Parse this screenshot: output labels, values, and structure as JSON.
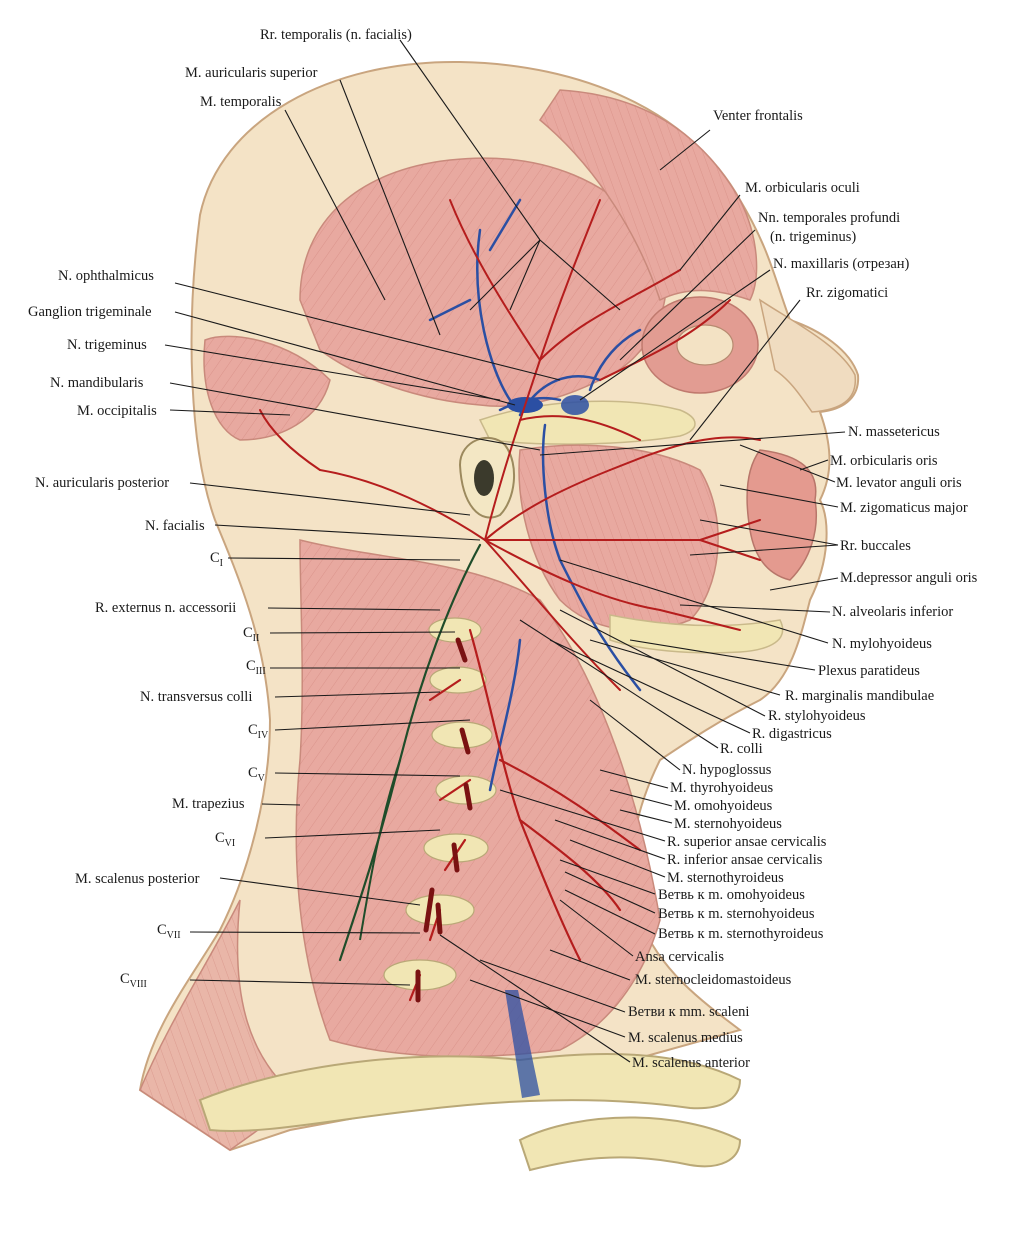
{
  "colors": {
    "skin": "#f4e3c6",
    "muscle": "#e8a9a0",
    "muscle_dark": "#d68579",
    "bone": "#f1e6b4",
    "bone_edge": "#c9b98a",
    "nerve_red": "#b51d1d",
    "vein_blue": "#2b4fa3",
    "nerve_green": "#1f4d2a",
    "text": "#1a1a1a"
  },
  "labels": {
    "rr_temporalis": "Rr. temporalis (n. facialis)",
    "m_auricularis_superior": "M. auricularis superior",
    "m_temporalis": "M. temporalis",
    "venter_frontalis": "Venter frontalis",
    "m_orbicularis_oculi": "M. orbicularis oculi",
    "nn_temporales_profundi_1": "Nn. temporales profundi",
    "nn_temporales_profundi_2": "(n. trigeminus)",
    "n_maxillaris": "N. maxillaris (отрезан)",
    "rr_zigomatici": "Rr. zigomatici",
    "n_ophthalmicus": "N. ophthalmicus",
    "ganglion_trigeminale": "Ganglion trigeminale",
    "n_trigeminus": "N. trigeminus",
    "n_mandibularis": "N. mandibularis",
    "m_occipitalis": "M. occipitalis",
    "n_massetericus": "N. massetericus",
    "m_orbicularis_oris": "M. orbicularis oris",
    "m_levator_anguli_oris": "M. levator anguli oris",
    "n_auricularis_posterior": "N. auricularis posterior",
    "m_zigomaticus_major": "M. zigomaticus major",
    "n_facialis": "N. facialis",
    "rr_buccales": "Rr. buccales",
    "c1_main": "C",
    "c1_sub": "I",
    "m_depressor_anguli_oris": "M.depressor anguli oris",
    "r_externus_n_accessorii": "R. externus n. accessorii",
    "n_alveolaris_inferior": "N. alveolaris inferior",
    "c2_main": "C",
    "c2_sub": "II",
    "n_mylohyoideus": "N. mylohyoideus",
    "c3_main": "C",
    "c3_sub": "III",
    "plexus_paratideus": "Plexus paratideus",
    "n_transversus_colli": "N. transversus colli",
    "r_marginalis_mandibulae": "R. marginalis mandibulae",
    "r_stylohyoideus": "R. stylohyoideus",
    "c4_main": "C",
    "c4_sub": "IV",
    "r_digastricus": "R. digastricus",
    "r_colli": "R. colli",
    "c5_main": "C",
    "c5_sub": "V",
    "n_hypoglossus": "N. hypoglossus",
    "m_thyrohyoideus": "M. thyrohyoideus",
    "m_trapezius": "M. trapezius",
    "m_omohyoideus": "M. omohyoideus",
    "m_sternohyoideus": "M. sternohyoideus",
    "c6_main": "C",
    "c6_sub": "VI",
    "r_superior_ansae": "R. superior ansae cervicalis",
    "r_inferior_ansae": "R. inferior ansae cervicalis",
    "m_sternothyroideus": "M. sternothyroideus",
    "m_scalenus_posterior": "M. scalenus posterior",
    "vetv_omohyoideus": "Ветвь к m. omohyoideus",
    "vetv_sternohyoideus": "Ветвь к m. sternohyoideus",
    "c7_main": "C",
    "c7_sub": "VII",
    "vetv_sternothyroideus": "Ветвь к m. sternothyroideus",
    "ansa_cervicalis": "Ansa cervicalis",
    "c8_main": "C",
    "c8_sub": "VIII",
    "m_sternocleidomastoideus": "M. sternocleidomastoideus",
    "vetvi_scaleni": "Ветви к mm. scaleni",
    "m_scalenus_medius": "M. scalenus medius",
    "m_scalenus_anterior": "M. scalenus anterior"
  }
}
